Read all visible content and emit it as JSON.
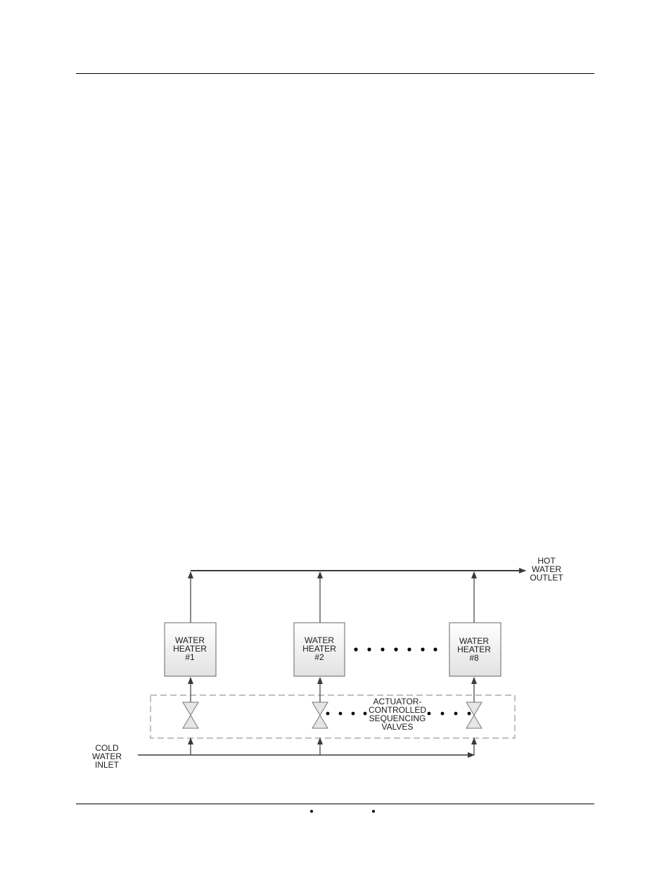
{
  "heaters": [
    {
      "line1": "WATER",
      "line2": "HEATER",
      "line3": "#1"
    },
    {
      "line1": "WATER",
      "line2": "HEATER",
      "line3": "#2"
    },
    {
      "line1": "WATER",
      "line2": "HEATER",
      "line3": "#8"
    }
  ],
  "hot_outlet": {
    "line1": "HOT",
    "line2": "WATER",
    "line3": "OUTLET"
  },
  "cold_inlet": {
    "line1": "COLD",
    "line2": "WATER",
    "line3": "INLET"
  },
  "valves_label": {
    "line1": "ACTUATOR-",
    "line2": "CONTROLLED",
    "line3": "SEQUENCING",
    "line4": "VALVES"
  },
  "colors": {
    "line": "#3a3a3a",
    "box_fill_top": "#ffffff",
    "box_fill_bottom": "#e2e2e2",
    "valve_fill": "#e6e6e6",
    "dash": "#9a9a9a"
  }
}
